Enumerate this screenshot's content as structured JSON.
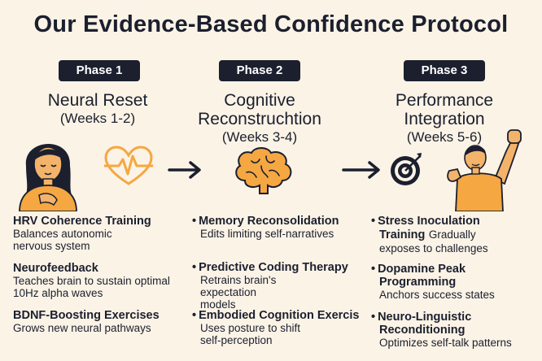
{
  "title": "Our Evidence-Based Confidence Protocol",
  "phases": [
    {
      "badge": "Phase 1",
      "name": "Neural Reset",
      "weeks": "(Weeks 1-2)",
      "items": [
        {
          "title": "HRV Coherence Training",
          "desc": "Balances autonomic nervous system"
        },
        {
          "title": "Neurofeedback",
          "desc": "Teaches brain to sustain optimal 10Hz alpha waves"
        },
        {
          "title": "BDNF-Boosting Exercises",
          "desc": "Grows new neural pathways"
        }
      ]
    },
    {
      "badge": "Phase 2",
      "name_line1": "Cognitive",
      "name_line2": "Reconstruchtion",
      "weeks": "(Weeks 3-4)",
      "items": [
        {
          "title": "Memory Reconsolidation",
          "desc": "Edits limiting self-narratives"
        },
        {
          "title": "Predictive Coding Therapy",
          "desc": "Retrains brain's expectation models"
        },
        {
          "title": "Embodied Cognition Exercis",
          "desc": "Uses posture to shift self-perception"
        }
      ]
    },
    {
      "badge": "Phase 3",
      "name_line1": "Performance",
      "name_line2": "Integration",
      "weeks": "(Weeks 5-6)",
      "items": [
        {
          "title_line1": "Stress Inoculation",
          "title_line2": "Training",
          "desc_inline": "Gradually",
          "desc": "exposes to challenges"
        },
        {
          "title_line1": "Dopamine Peak",
          "title_line2": "Programming",
          "desc": "Anchors success states"
        },
        {
          "title_line1": "Neuro-Linguistic",
          "title_line2": "Reconditioning",
          "desc": "Optimizes self-talk patterns"
        }
      ]
    }
  ],
  "bullet": "•",
  "colors": {
    "background": "#fbf3e6",
    "navy": "#1b1f2e",
    "orange": "#f5a742",
    "skin": "#f4b36a"
  },
  "icons": [
    "woman-meditating-icon",
    "heartbeat-icon",
    "arrow-right-icon",
    "brain-icon",
    "target-icon",
    "man-raising-fist-icon"
  ]
}
